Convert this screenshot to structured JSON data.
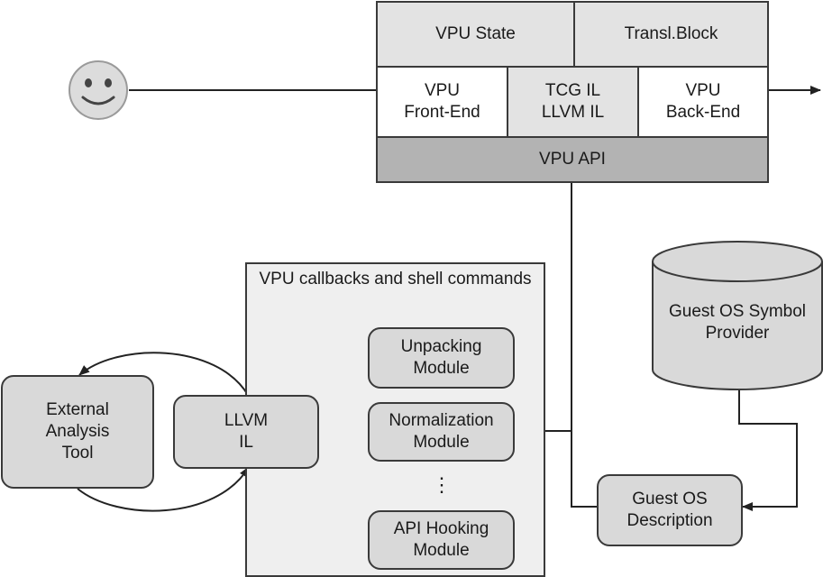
{
  "vpu": {
    "state": "VPU State",
    "transl_block": "Transl.Block",
    "front_end": "VPU\nFront-End",
    "tcg_il": "TCG IL\nLLVM IL",
    "back_end": "VPU\nBack-End",
    "api": "VPU API"
  },
  "callbacks_panel": {
    "title": "VPU callbacks and shell commands",
    "llvm_il": "LLVM\nIL",
    "unpacking": "Unpacking\nModule",
    "normalization": "Normalization\nModule",
    "ellipsis": "⋮",
    "api_hooking": "API Hooking\nModule"
  },
  "external_tool": "External\nAnalysis\nTool",
  "symbol_provider": "Guest OS Symbol\nProvider",
  "guest_os_description": "Guest OS\nDescription",
  "user_icon": "smiley-face-icon"
}
